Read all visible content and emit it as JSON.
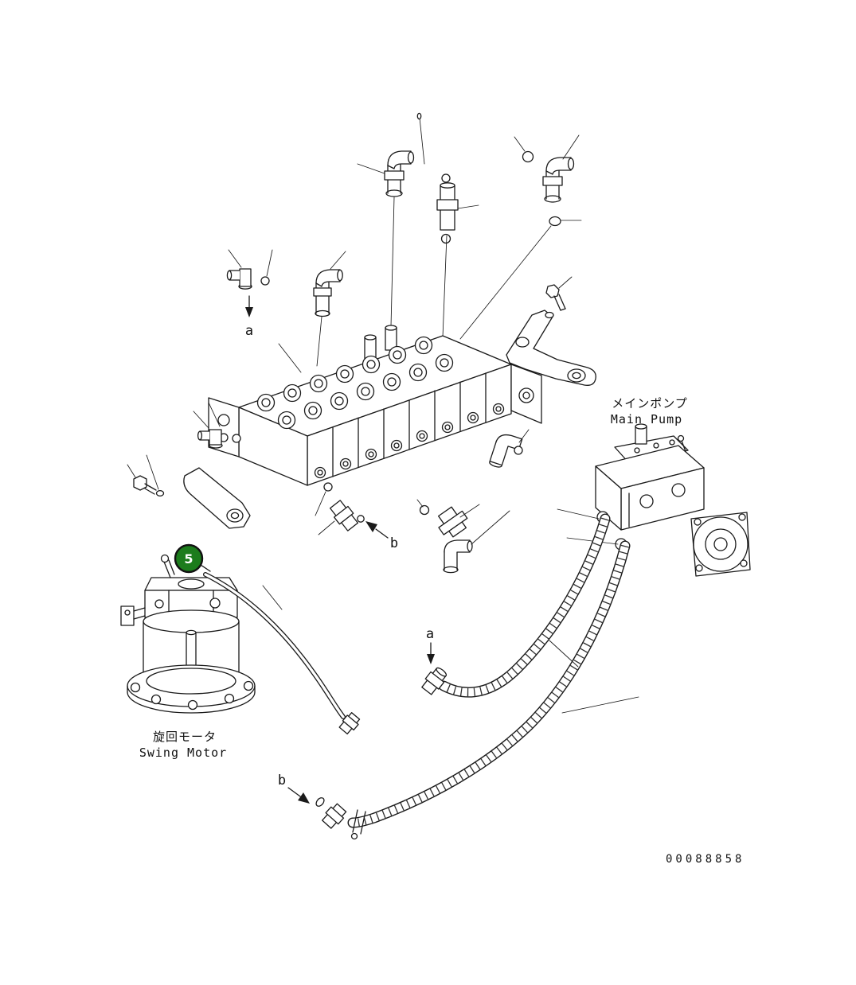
{
  "labels": {
    "main_pump_jp": "メインポンプ",
    "main_pump_en": "Main Pump",
    "swing_motor_jp": "旋回モータ",
    "swing_motor_en": "Swing Motor",
    "view_ref_a": "a",
    "view_ref_b": "b"
  },
  "callout": {
    "number": "5",
    "fill": "#1c7c1c"
  },
  "footer": {
    "part_number": "00088858"
  },
  "colors": {
    "line": "#1a1a1a",
    "background": "#ffffff"
  }
}
